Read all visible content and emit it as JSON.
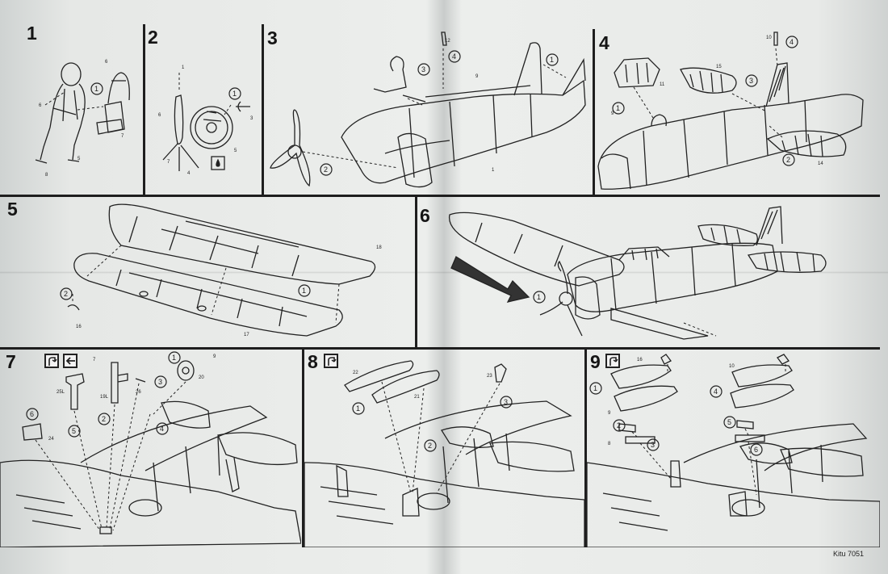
{
  "steps": [
    {
      "number": "1"
    },
    {
      "number": "2"
    },
    {
      "number": "3"
    },
    {
      "number": "4"
    },
    {
      "number": "5"
    },
    {
      "number": "6"
    },
    {
      "number": "7"
    },
    {
      "number": "8"
    },
    {
      "number": "9"
    }
  ],
  "callouts": {
    "step1": [
      "1"
    ],
    "step2": [
      "1"
    ],
    "step3": [
      "1",
      "2",
      "3",
      "4"
    ],
    "step4": [
      "1",
      "2",
      "3",
      "4"
    ],
    "step5": [
      "1",
      "2"
    ],
    "step6": [
      "1"
    ],
    "step7": [
      "1",
      "2",
      "3",
      "4",
      "5",
      "6"
    ],
    "step8": [
      "1",
      "2",
      "3"
    ],
    "step9": [
      "1",
      "2",
      "3",
      "4",
      "5",
      "6"
    ]
  },
  "part_numbers": {
    "step1": [
      "6",
      "7",
      "5",
      "6",
      "8"
    ],
    "step2": [
      "1",
      "6",
      "7",
      "4",
      "3",
      "5"
    ],
    "step3": [
      "12",
      "9",
      "1"
    ],
    "step4": [
      "10",
      "15",
      "11",
      "9",
      "14"
    ],
    "step5": [
      "18",
      "16",
      "17"
    ],
    "step7": [
      "7",
      "9",
      "20",
      "25L",
      "19L",
      "26",
      "24"
    ],
    "step8": [
      "22",
      "21",
      "23"
    ],
    "step9": [
      "16",
      "10",
      "9",
      "8"
    ]
  },
  "icons": [
    "glue-icon",
    "paint-icon",
    "arrow-left-icon"
  ],
  "footer": {
    "code": "Kitu 7051"
  }
}
